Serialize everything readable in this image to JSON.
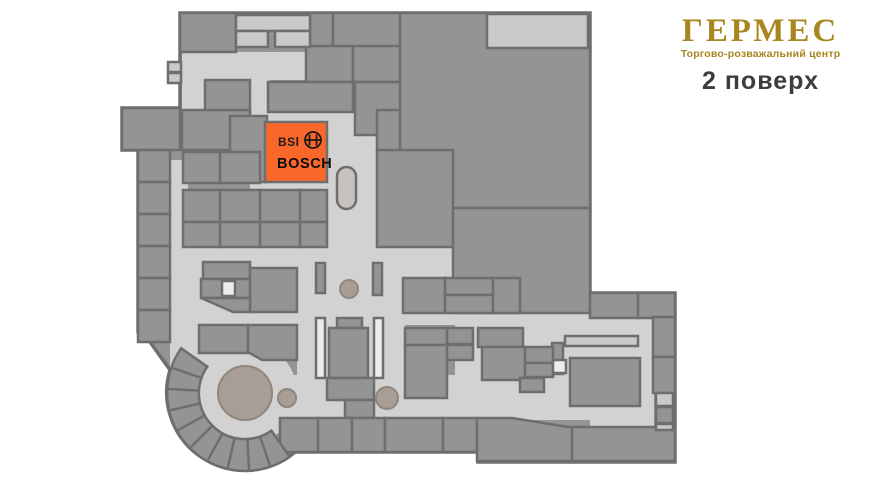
{
  "header": {
    "logo_title": "ГЕРМЕС",
    "logo_subtitle": "Торгово-розважальний центр",
    "floor_label": "2 поверх",
    "logo_color": "#A6861D",
    "floor_label_color": "#3D3D3D"
  },
  "highlighted_store": {
    "prefix_text": "BSl",
    "name": "BOSCH",
    "highlight_color": "#F9682A",
    "logo_icon": "bosch-armature-icon"
  },
  "map": {
    "colors": {
      "room_fill": "#949494",
      "wall": "#6E6E6E",
      "corridor": "#D2D2D2",
      "light_room": "#C9C9C9",
      "stair_circle": "#A99E96",
      "background": "#FFFFFF"
    }
  }
}
